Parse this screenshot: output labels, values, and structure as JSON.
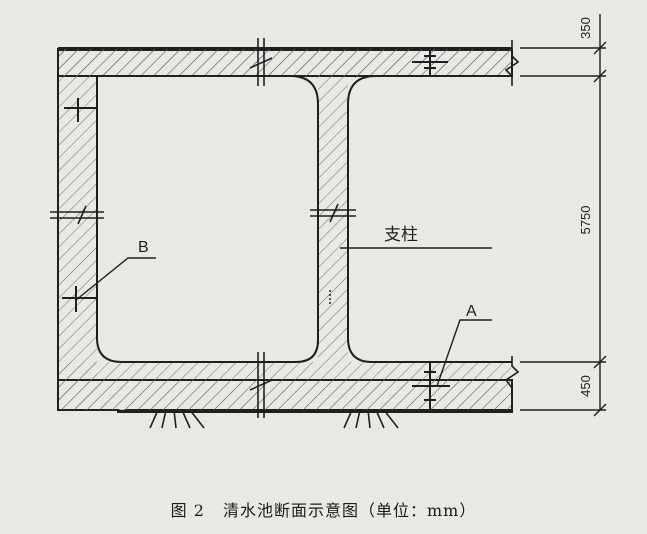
{
  "dimensions": {
    "top_slab": "350",
    "height": "5750",
    "bottom_slab": "450"
  },
  "labels": {
    "column": "支柱",
    "marker_a": "A",
    "marker_b": "B"
  },
  "caption": {
    "figure_no": "图 2",
    "title": "清水池断面示意图（单位：mm）"
  },
  "colors": {
    "line": "#1f1f1f",
    "hatch": "#6b6b6b",
    "background": "#e9e8e4"
  }
}
